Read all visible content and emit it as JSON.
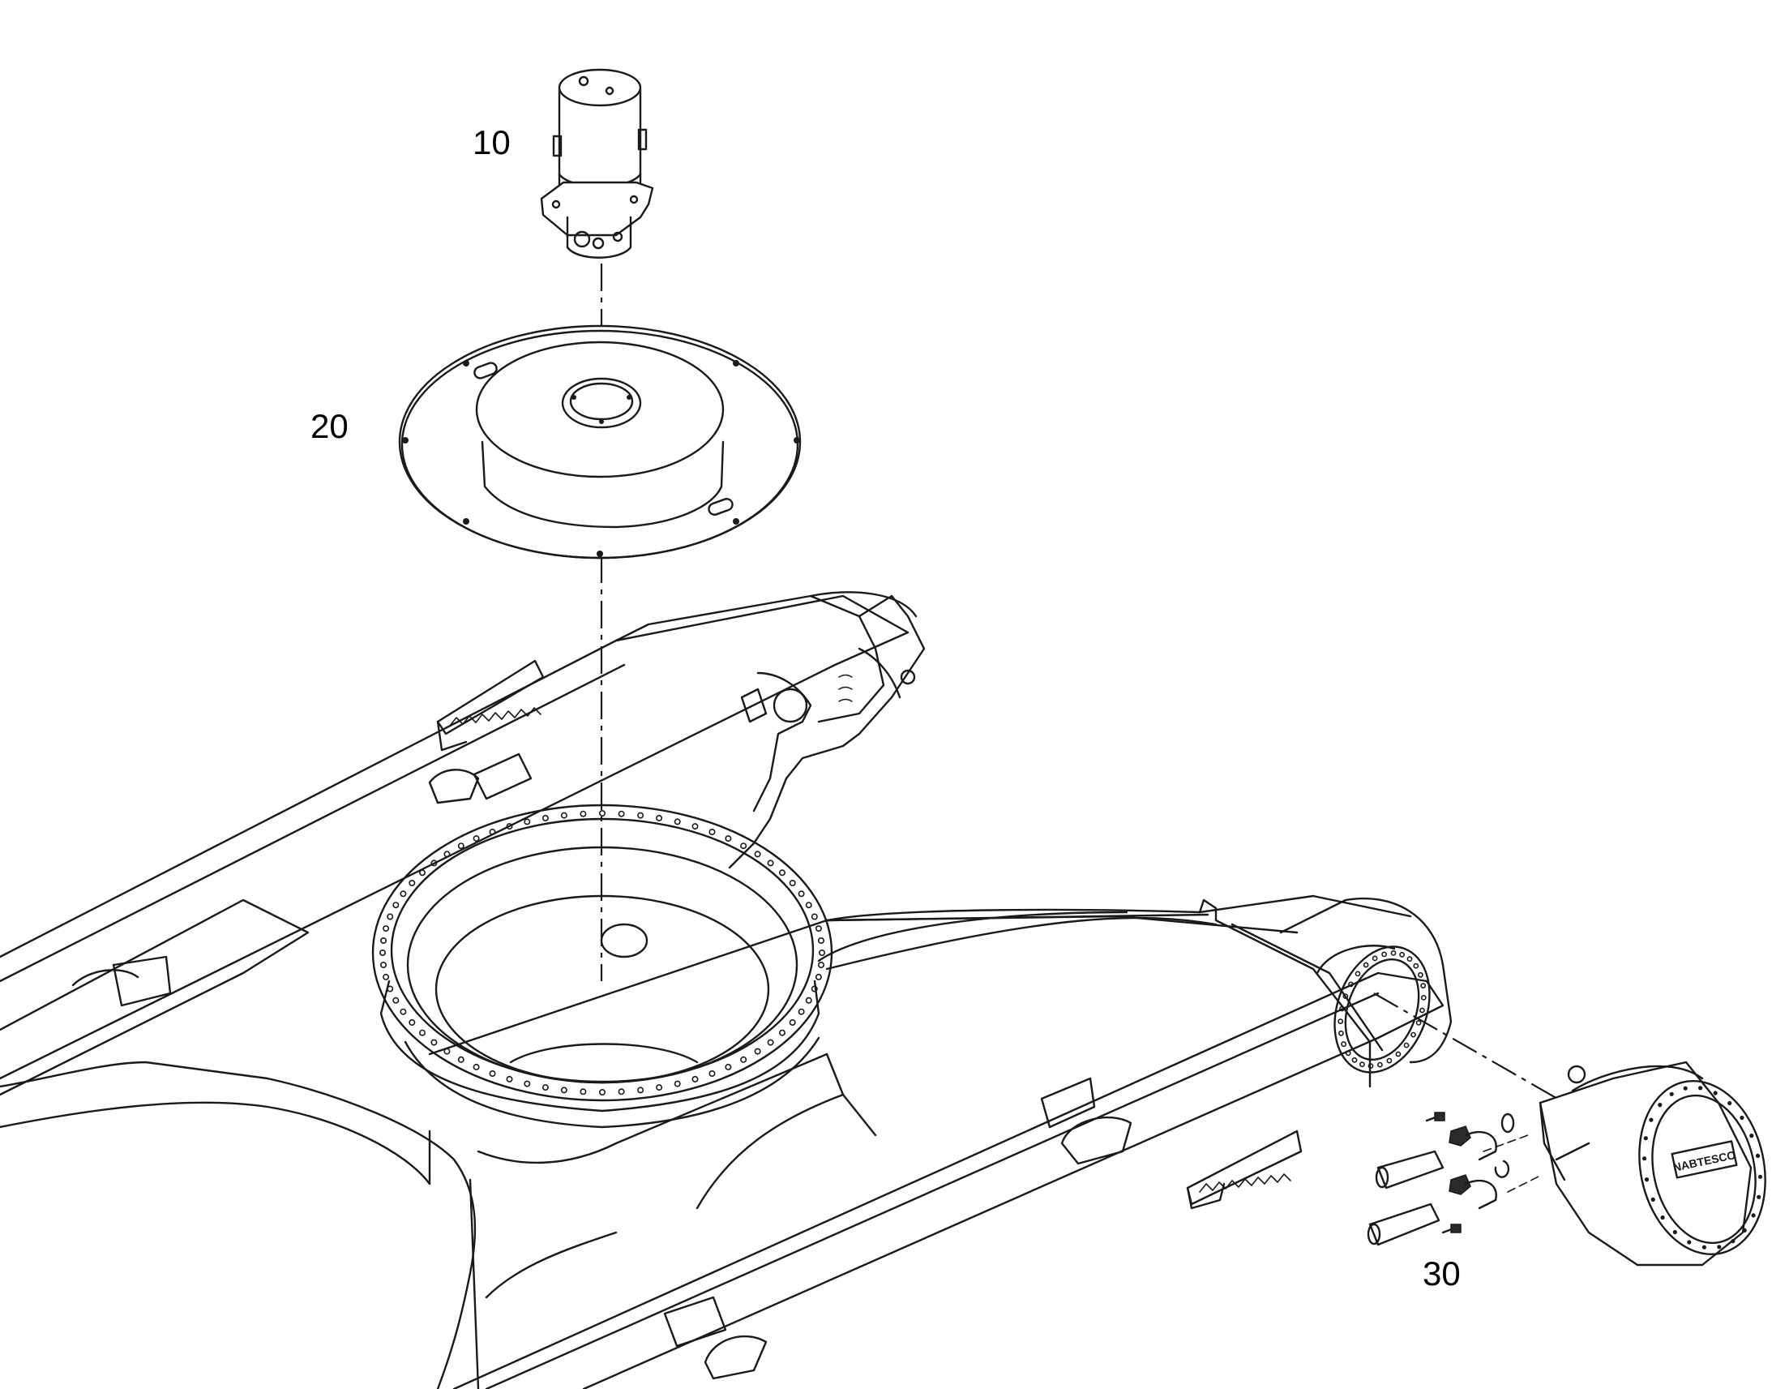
{
  "diagram": {
    "parts": [
      {
        "number": "10",
        "component": "rotary-joint"
      },
      {
        "number": "20",
        "component": "cover-plate"
      },
      {
        "number": "30",
        "component": "travel-motor"
      }
    ],
    "motor_badge_text": "NABTESCO"
  },
  "colors": {
    "line": "#1a1a1a",
    "background": "#ffffff"
  }
}
